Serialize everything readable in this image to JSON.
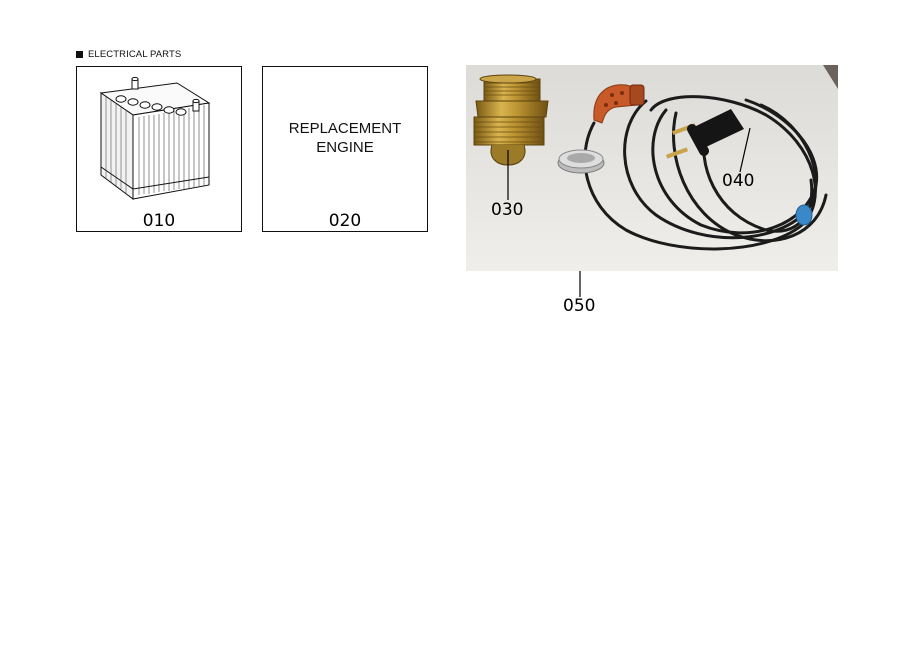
{
  "section": {
    "title": "ELECTRICAL PARTS"
  },
  "parts": {
    "p010": {
      "number": "010",
      "icon": "battery-icon"
    },
    "p020": {
      "number": "020",
      "label_line1": "REPLACEMENT",
      "label_line2": "ENGINE"
    },
    "p030": {
      "number": "030",
      "icon": "brass-adapter-icon"
    },
    "p040": {
      "number": "040",
      "icon": "power-plug-icon"
    },
    "p050": {
      "number": "050",
      "icon": "heater-cord-icon"
    }
  },
  "colors": {
    "brass": "#b8902f",
    "heater_orange": "#c85a2a",
    "cord": "#1b1b1b",
    "photo_background": "#e9e8e4",
    "clip_blue": "#3a88c8"
  }
}
